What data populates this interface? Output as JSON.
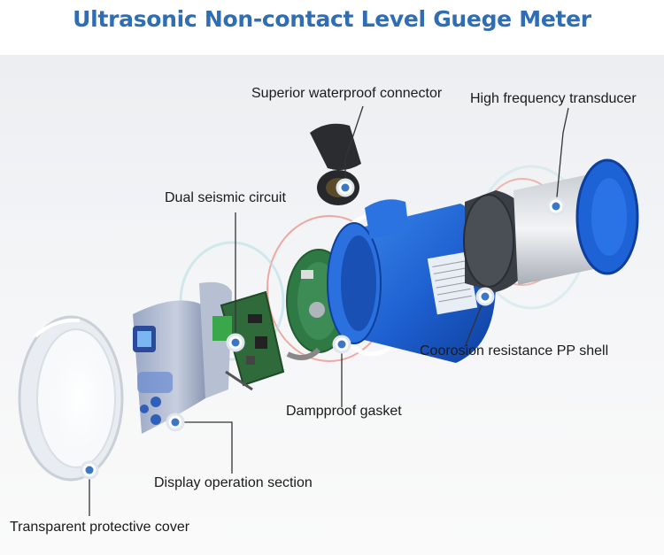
{
  "title": "Ultrasonic Non-contact Level Guege Meter",
  "labels": {
    "connector": "Superior waterproof connector",
    "transducer": "High frequency transducer",
    "circuit": "Dual seismic circuit",
    "shell": "Coorosion resistance PP shell",
    "gasket": "Dampproof gasket",
    "display": "Display operation section",
    "cover": "Transparent protective cover"
  },
  "colors": {
    "title": "#2f6db5",
    "shell_blue": "#1e5fd0",
    "pcb_green": "#2f6b3a",
    "leader": "#333333",
    "marker": "#3a78c6"
  }
}
